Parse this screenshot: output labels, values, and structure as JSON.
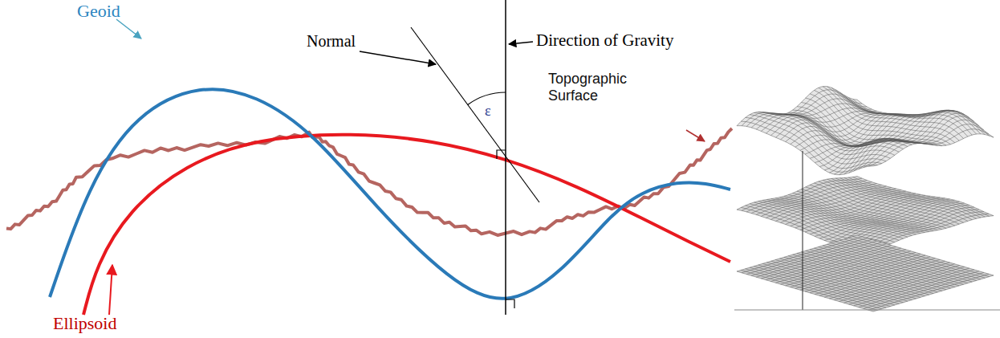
{
  "diagram": {
    "labels": [
      "Geoid",
      "Normal",
      "Direction of Gravity",
      "Topographic Surface",
      "Ellipsoid",
      "ε"
    ]
  }
}
